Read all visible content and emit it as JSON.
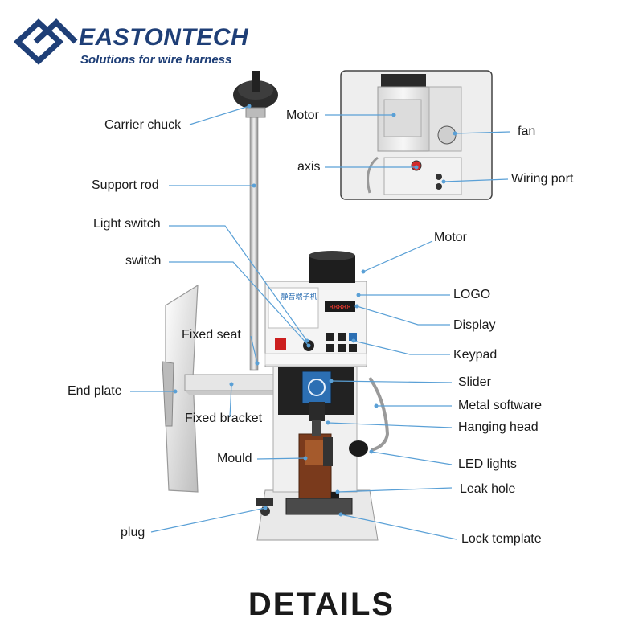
{
  "brand": {
    "name": "EASTONTECH",
    "tagline": "Solutions for wire harness",
    "logo_icon": "eastontech-logo-icon",
    "color": "#1f3f77"
  },
  "labels": {
    "carrier_chuck": "Carrier chuck",
    "support_rod": "Support rod",
    "light_switch": "Light switch",
    "switch": "switch",
    "fixed_seat": "Fixed seat",
    "end_plate": "End plate",
    "fixed_bracket": "Fixed bracket",
    "mould": "Mould",
    "plug": "plug",
    "motor_inset": "Motor",
    "axis": "axis",
    "fan": "fan",
    "wiring_port": "Wiring port",
    "motor": "Motor",
    "logo": "LOGO",
    "display": "Display",
    "keypad": "Keypad",
    "slider": "Slider",
    "metal_software": "Metal software",
    "hanging_head": "Hanging head",
    "led_lights": "LED lights",
    "leak_hole": "Leak hole",
    "lock_template": "Lock template"
  },
  "machine": {
    "panel_title": "静音端子机",
    "display_value": "88888"
  },
  "footer": {
    "title": "DETAILS"
  },
  "colors": {
    "leader_line": "#5aa0d6",
    "accent": "#1f3f77"
  }
}
